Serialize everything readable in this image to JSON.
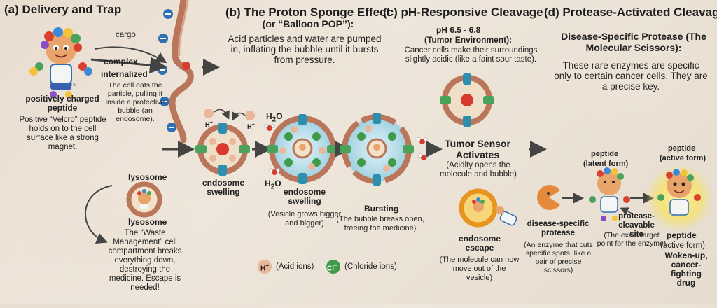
{
  "panels": {
    "a": {
      "title": "(a)  Delivery and Trap",
      "cargo": "cargo",
      "complex": "complex",
      "internalized": "internalized",
      "internalized_desc": "The cell eats the particle, pulling it inside a protective bubble (an endosome).",
      "peptide_label": "positively charged peptide",
      "peptide_desc": "Positive “Velcro” peptide holds on to the cell surface like a strong magnet.",
      "lysosome_label_top": "lysosome",
      "lysosome_label": "lysosome",
      "lysosome_desc": "The “Waste Management” cell compartment breaks everything down, destroying the medicine. Escape is needed!",
      "peptide_tag": "PeptideTS"
    },
    "b": {
      "title": "(b)  The Proton Sponge Effect",
      "subtitle": "(or “Balloon POP”):",
      "desc": "Acid particles and water are pumped in, inflating the bubble until it bursts from pressure.",
      "swelling1": "endosome swelling",
      "swelling2": "endosome swelling",
      "swelling2_desc": "(Vesicle grows bigger and bigger)",
      "bursting": "Bursting",
      "bursting_desc": "(The bubble breaks open, freeing the medicine)",
      "water": "H",
      "water_sub": "2",
      "water_end": "O",
      "legend_acid": "(Acid ions)",
      "legend_chloride": "(Chloride ions)",
      "h_ion": "H",
      "h_sup": "+",
      "cl_ion": "Cl",
      "cl_sup": "−"
    },
    "c": {
      "title": "(c)  pH-Responsive Cleavage",
      "ph": "pH 6.5 - 6.8",
      "env": "(Tumor Environment):",
      "env_desc": "Cancer cells make their surroundings slightly acidic (like a faint sour taste).",
      "sensor": "Tumor Sensor Activates",
      "sensor_desc": "(Acidity opens the molecule and bubble)",
      "escape": "endosome escape",
      "escape_desc": "(The molecule can now move out of the vesicle)"
    },
    "d": {
      "title": "(d)  Protease-Activated Cleavage",
      "protease_title": "Disease-Specific Protease (The Molecular Scissors):",
      "protease_desc": "These rare enzymes are specific only to certain cancer cells. They are a precise key.",
      "latent_label": "peptide",
      "latent_form": "(latent form)",
      "active_label": "peptide",
      "active_form": "(active form)",
      "enzyme_label": "disease-specific protease",
      "enzyme_desc": "(An enzyme that cuts specific spots, like a pair of precise scissors)",
      "site_label": "protease-cleavable site",
      "site_desc": "(The exact target point for the enzyme)",
      "final_label": "peptide",
      "final_form": "(active form)",
      "final_desc": "Woken-up, cancer-fighting drug"
    }
  },
  "colors": {
    "membrane": "#b9765a",
    "channel": "#2d8fb0",
    "channel_green": "#4aa35a",
    "vesicle_fill": "#c8e6ef",
    "h_ion": "#e9b79a",
    "cl_ion": "#3f9a4a",
    "neg_charge": "#2f6fb3",
    "arrow": "#444444",
    "glow": "#f7e35a"
  }
}
